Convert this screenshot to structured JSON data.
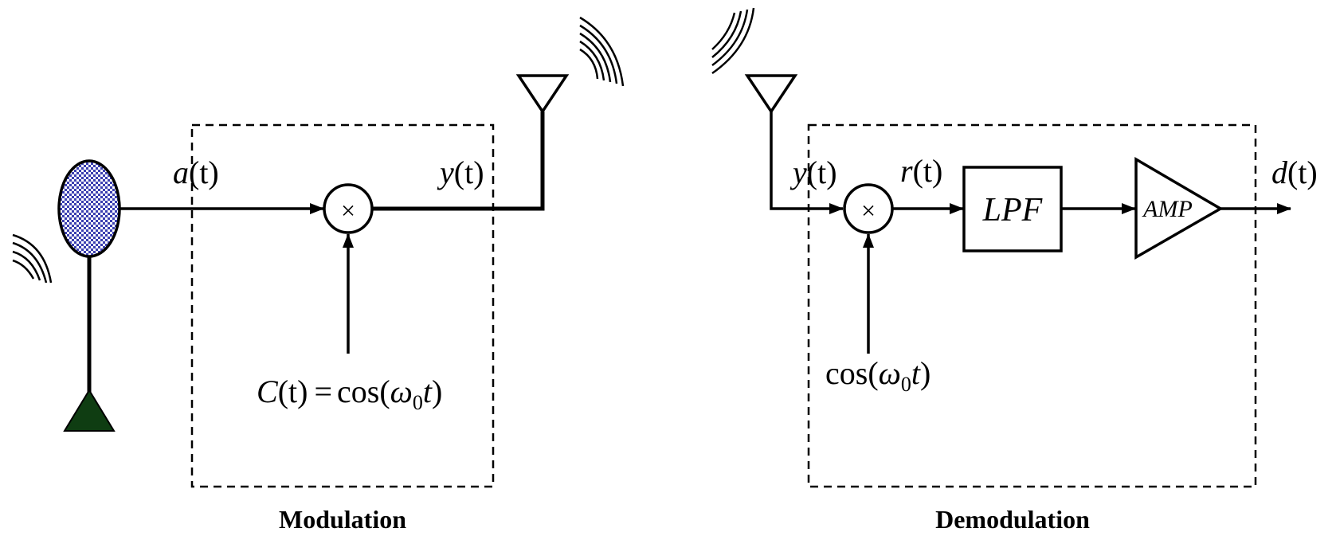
{
  "modulation": {
    "input_label": {
      "main": "a",
      "arg": "(t)"
    },
    "output_label": {
      "main": "y",
      "arg": "(t)"
    },
    "carrier_label": {
      "lhs": "C",
      "lhs_arg": "(t)",
      "eq": "=",
      "fn": "cos(",
      "omega": "ω",
      "sub": "0",
      "t": "t",
      "close": ")"
    },
    "mixer_symbol": "×",
    "caption": "Modulation"
  },
  "demodulation": {
    "input_label": {
      "main": "y",
      "arg": "(t)"
    },
    "mixed_label": {
      "main": "r",
      "arg": "(t)"
    },
    "output_label": {
      "main": "d",
      "arg": "(t)"
    },
    "oscillator_label": {
      "fn": "cos(",
      "omega": "ω",
      "sub": "0",
      "t": "t",
      "close": ")"
    },
    "mixer_symbol": "×",
    "filter_label": "LPF",
    "amplifier_label": "AMP",
    "caption": "Demodulation"
  },
  "colors": {
    "microphone_fill": "#3b3fb0",
    "microphone_stand_base": "#0f3d12",
    "line": "#000000"
  },
  "icons": [
    "microphone-icon",
    "transmit-antenna-icon",
    "receive-antenna-icon",
    "radio-wave-icon",
    "sound-wave-icon",
    "mixer-icon",
    "amplifier-icon"
  ]
}
